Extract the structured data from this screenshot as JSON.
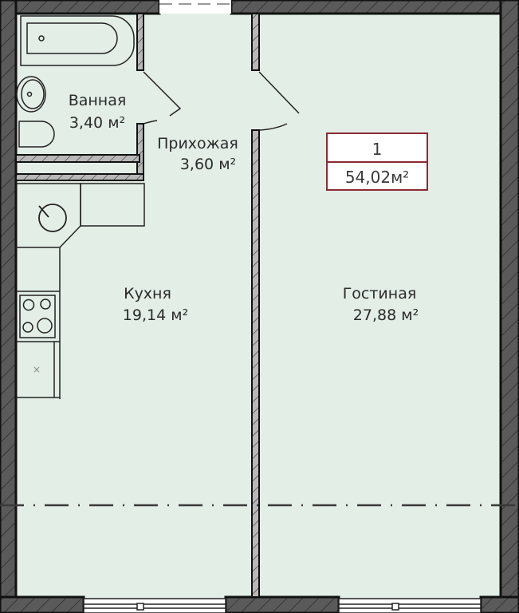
{
  "plan": {
    "apartment_number": "1",
    "total_area": "54,02м²",
    "rooms": [
      {
        "name": "Ванная",
        "area": "3,40 м²"
      },
      {
        "name": "Прихожая",
        "area": "3,60 м²"
      },
      {
        "name": "Кухня",
        "area": "19,14 м²"
      },
      {
        "name": "Гостиная",
        "area": "27,88 м²"
      }
    ]
  },
  "colors": {
    "floor": "#e3eee7",
    "wall": "#5a5a5a",
    "badge_border": "#8b2a35"
  }
}
